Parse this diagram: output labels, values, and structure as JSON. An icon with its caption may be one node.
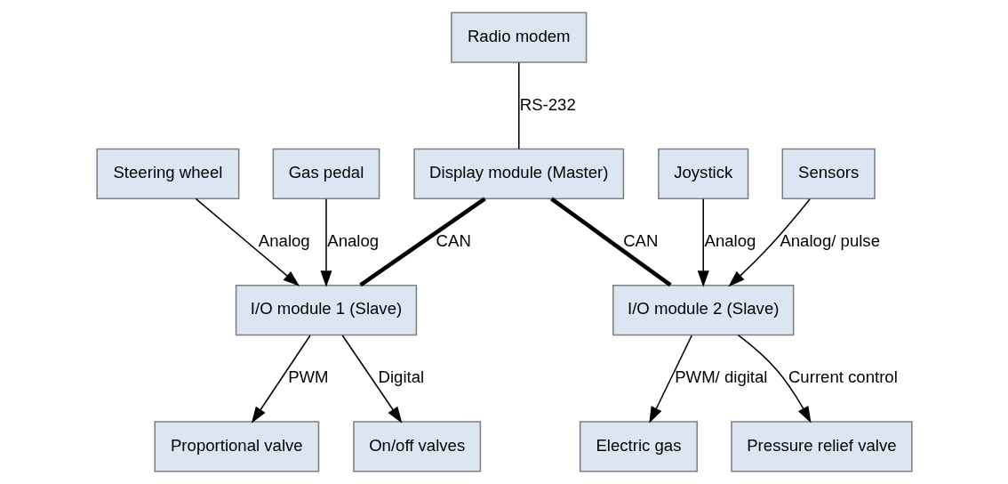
{
  "diagram": {
    "nodes": [
      {
        "text": [
          "Radio modem"
        ]
      },
      {
        "text": [
          "Display module (Master)"
        ]
      },
      {
        "text": [
          "I/O module 1 (Slave)"
        ]
      },
      {
        "text": [
          "I/O module 2 (Slave)"
        ]
      },
      {
        "text": [
          "Proportional valve"
        ]
      },
      {
        "text": [
          "On/off valves"
        ]
      },
      {
        "text": [
          "Gas pedal"
        ]
      },
      {
        "text": [
          "Steering wheel"
        ]
      },
      {
        "text": [
          "Electric gas"
        ]
      },
      {
        "text": [
          "Pressure relief valve"
        ]
      },
      {
        "text": [
          "Joystick"
        ]
      },
      {
        "text": [
          "Sensors"
        ]
      }
    ],
    "edges": [
      {
        "from": 0,
        "to": 1,
        "arrow": "none",
        "label": "RS-232"
      },
      {
        "from": 1,
        "to": 2,
        "arrow": "none",
        "label": "CAN",
        "style": "thick"
      },
      {
        "from": 1,
        "to": 3,
        "arrow": "none",
        "label": "CAN",
        "style": "thick"
      },
      {
        "from": 2,
        "to": 4,
        "arrow": "to",
        "label": "PWM"
      },
      {
        "from": 2,
        "to": 5,
        "arrow": "to",
        "label": "Digital"
      },
      {
        "from": 6,
        "to": 2,
        "arrow": "to",
        "label": "Analog"
      },
      {
        "from": 7,
        "to": 2,
        "arrow": "to",
        "label": "Analog"
      },
      {
        "from": 3,
        "to": 8,
        "arrow": "to",
        "label": "PWM/ digital"
      },
      {
        "from": 3,
        "to": 9,
        "arrow": "to",
        "label": "Current control"
      },
      {
        "from": 10,
        "to": 3,
        "arrow": "to",
        "label": "Analog"
      },
      {
        "from": 11,
        "to": 3,
        "arrow": "to",
        "label": "Analog/ pulse"
      }
    ]
  }
}
